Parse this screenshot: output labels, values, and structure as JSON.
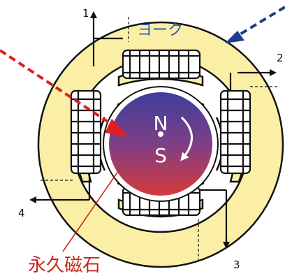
{
  "labels": {
    "yoke": "ヨーク",
    "magnet": "永久磁石",
    "n_pole": "N",
    "s_pole": "S",
    "terminal_1": "1",
    "terminal_2": "2",
    "terminal_3": "3",
    "terminal_4": "4"
  },
  "colors": {
    "yoke_fill": "#FBEFA6",
    "outline": "#111111",
    "magnet_top": "#3E3E9C",
    "magnet_bottom": "#D63A3A",
    "red_arrow": "#E21E1E",
    "blue_arrow": "#1F3C8F",
    "yoke_text": "#2A57B8",
    "magnet_text": "#C8281E"
  }
}
